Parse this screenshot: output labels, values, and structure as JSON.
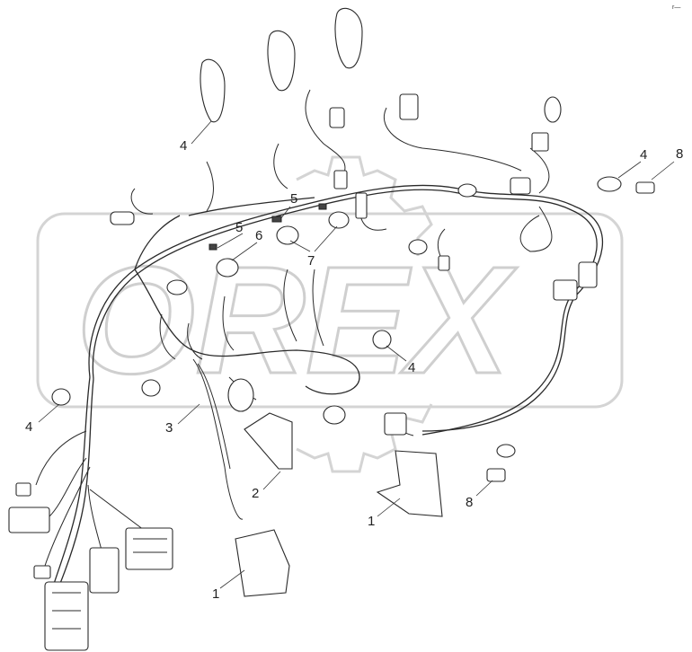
{
  "corner_mark": "r—",
  "watermark": "OREX",
  "callouts": [
    {
      "id": "c1a",
      "text": "1"
    },
    {
      "id": "c1b",
      "text": "1"
    },
    {
      "id": "c2",
      "text": "2"
    },
    {
      "id": "c3",
      "text": "3"
    },
    {
      "id": "c4a",
      "text": "4"
    },
    {
      "id": "c4b",
      "text": "4"
    },
    {
      "id": "c4c",
      "text": "4"
    },
    {
      "id": "c4d",
      "text": "4"
    },
    {
      "id": "c5a",
      "text": "5"
    },
    {
      "id": "c5b",
      "text": "5"
    },
    {
      "id": "c6",
      "text": "6"
    },
    {
      "id": "c7",
      "text": "7"
    },
    {
      "id": "c8a",
      "text": "8"
    },
    {
      "id": "c8b",
      "text": "8"
    }
  ]
}
